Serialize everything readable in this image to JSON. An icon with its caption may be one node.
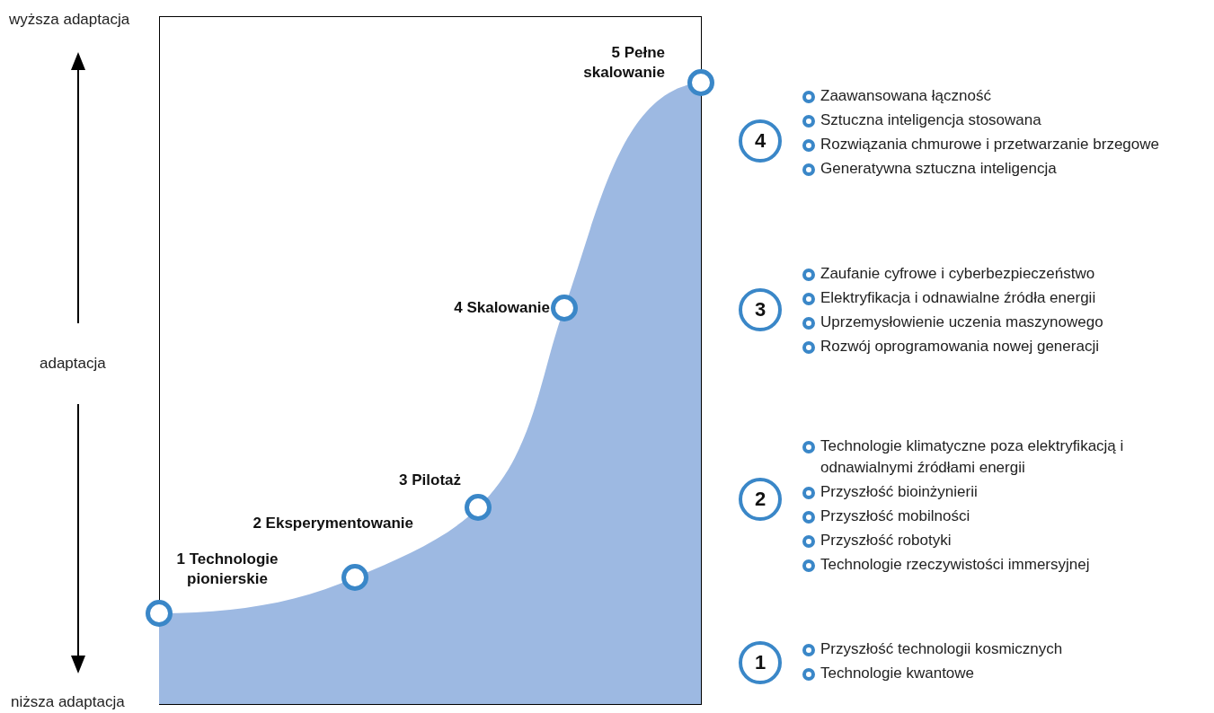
{
  "diagram": {
    "nodes": [
      {
        "text": [],
        "shape": "circle",
        "beside": [
          "1 Technologie pionierskie"
        ]
      },
      {
        "text": [],
        "shape": "circle",
        "beside": [
          "2 Eksperymentowanie"
        ]
      },
      {
        "text": [],
        "shape": "circle",
        "beside": [
          "3 Pilotaż"
        ]
      },
      {
        "text": [],
        "shape": "circle",
        "beside": [
          "4 Skalowanie"
        ]
      },
      {
        "text": [],
        "shape": "circle",
        "beside": [
          "5 Pełne skalowanie"
        ]
      },
      {
        "text": [
          "4"
        ],
        "beside": [
          "Zaawansowana łączność",
          "Sztuczna inteligencja stosowana",
          "Rozwiązania chmurowe i przetwarzanie brzegowe",
          "Generatywna sztuczna inteligencja"
        ]
      },
      {
        "text": [
          "3"
        ],
        "beside": [
          "Zaufanie cyfrowe i cyberbezpieczeństwo",
          "Elektryfikacja i odnawialne źródła energii",
          "Uprzemysłowienie uczenia maszynowego",
          "Rozwój oprogramowania nowej generacji"
        ]
      },
      {
        "text": [
          "2"
        ],
        "beside": [
          "Technologie klimatyczne poza elektryfikacją i odnawialnymi źródłami energii",
          "Przyszłość bioinżynierii",
          "Przyszłość mobilności",
          "Przyszłość robotyki",
          "Technologie rzeczywistości immersyjnej"
        ]
      },
      {
        "text": [
          "1"
        ],
        "beside": [
          "Przyszłość technologii kosmicznych",
          "Technologie kwantowe"
        ]
      }
    ],
    "labels": [
      "wyższa adaptacja",
      "adaptacja",
      "niższa adaptacja"
    ]
  }
}
